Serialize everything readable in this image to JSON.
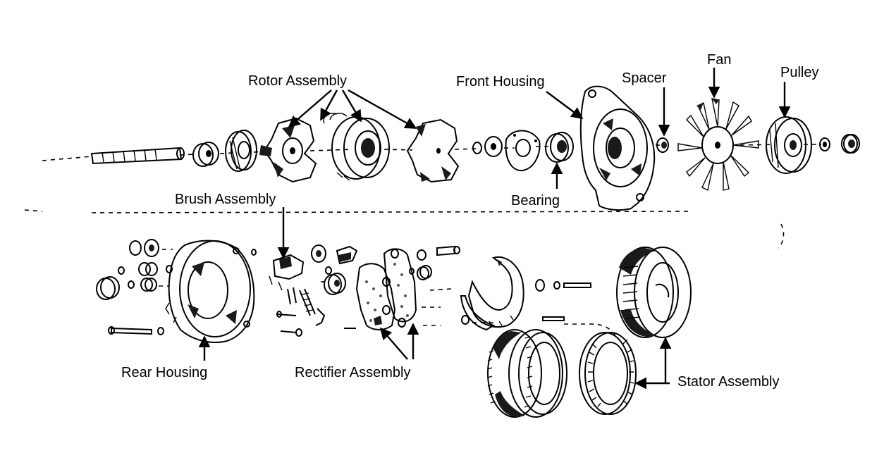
{
  "labels": {
    "rotor_assembly": "Rotor Assembly",
    "front_housing": "Front Housing",
    "spacer": "Spacer",
    "fan": "Fan",
    "pulley": "Pulley",
    "brush_assembly": "Brush Assembly",
    "bearing": "Bearing",
    "rear_housing": "Rear Housing",
    "rectifier_assembly": "Rectifier Assembly",
    "stator_assembly": "Stator Assembly"
  }
}
